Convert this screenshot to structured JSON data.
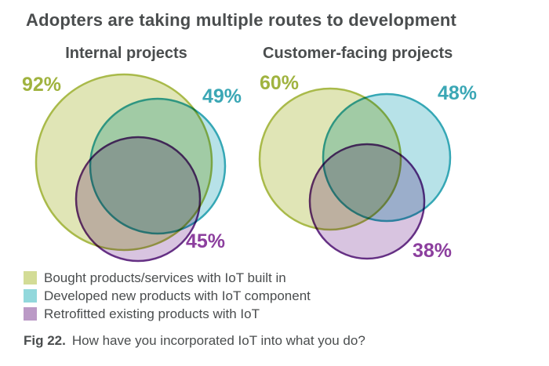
{
  "title": "Adopters are taking multiple routes to development",
  "diagrams": {
    "internal": {
      "title": "Internal projects",
      "bought_pct": "92%",
      "developed_pct": "49%",
      "retrofitted_pct": "45%"
    },
    "customer": {
      "title": "Customer-facing projects",
      "bought_pct": "60%",
      "developed_pct": "48%",
      "retrofitted_pct": "38%"
    }
  },
  "legend": {
    "items": [
      {
        "label": "Bought products/services with IoT built in",
        "color": "#d3dc96"
      },
      {
        "label": "Developed new products with IoT component",
        "color": "#92d8dc"
      },
      {
        "label": "Retrofitted existing products with IoT",
        "color": "#bb9ac6"
      }
    ]
  },
  "caption": {
    "fig_label": "Fig 22.",
    "text": "How have you incorporated IoT into what you do?"
  },
  "colors": {
    "bought_stroke": "#a9ba4a",
    "bought_fill": "#e0e5b6",
    "developed_stroke": "#35a7b5",
    "developed_fill": "#b7e2e8",
    "retrofitted_stroke": "#653084",
    "retrofitted_fill": "#d8c4e0",
    "text": "#4a4d4e"
  },
  "chart_data": {
    "type": "venn",
    "title": "Adopters are taking multiple routes to development",
    "sets": [
      "Bought products/services with IoT built in",
      "Developed new products with IoT component",
      "Retrofitted existing products with IoT"
    ],
    "groups": [
      {
        "name": "Internal projects",
        "values": [
          92,
          49,
          45
        ]
      },
      {
        "name": "Customer-facing projects",
        "values": [
          60,
          48,
          38
        ]
      }
    ],
    "value_unit": "%",
    "legend_position": "bottom-left",
    "caption": "Fig 22. How have you incorporated IoT into what you do?"
  }
}
